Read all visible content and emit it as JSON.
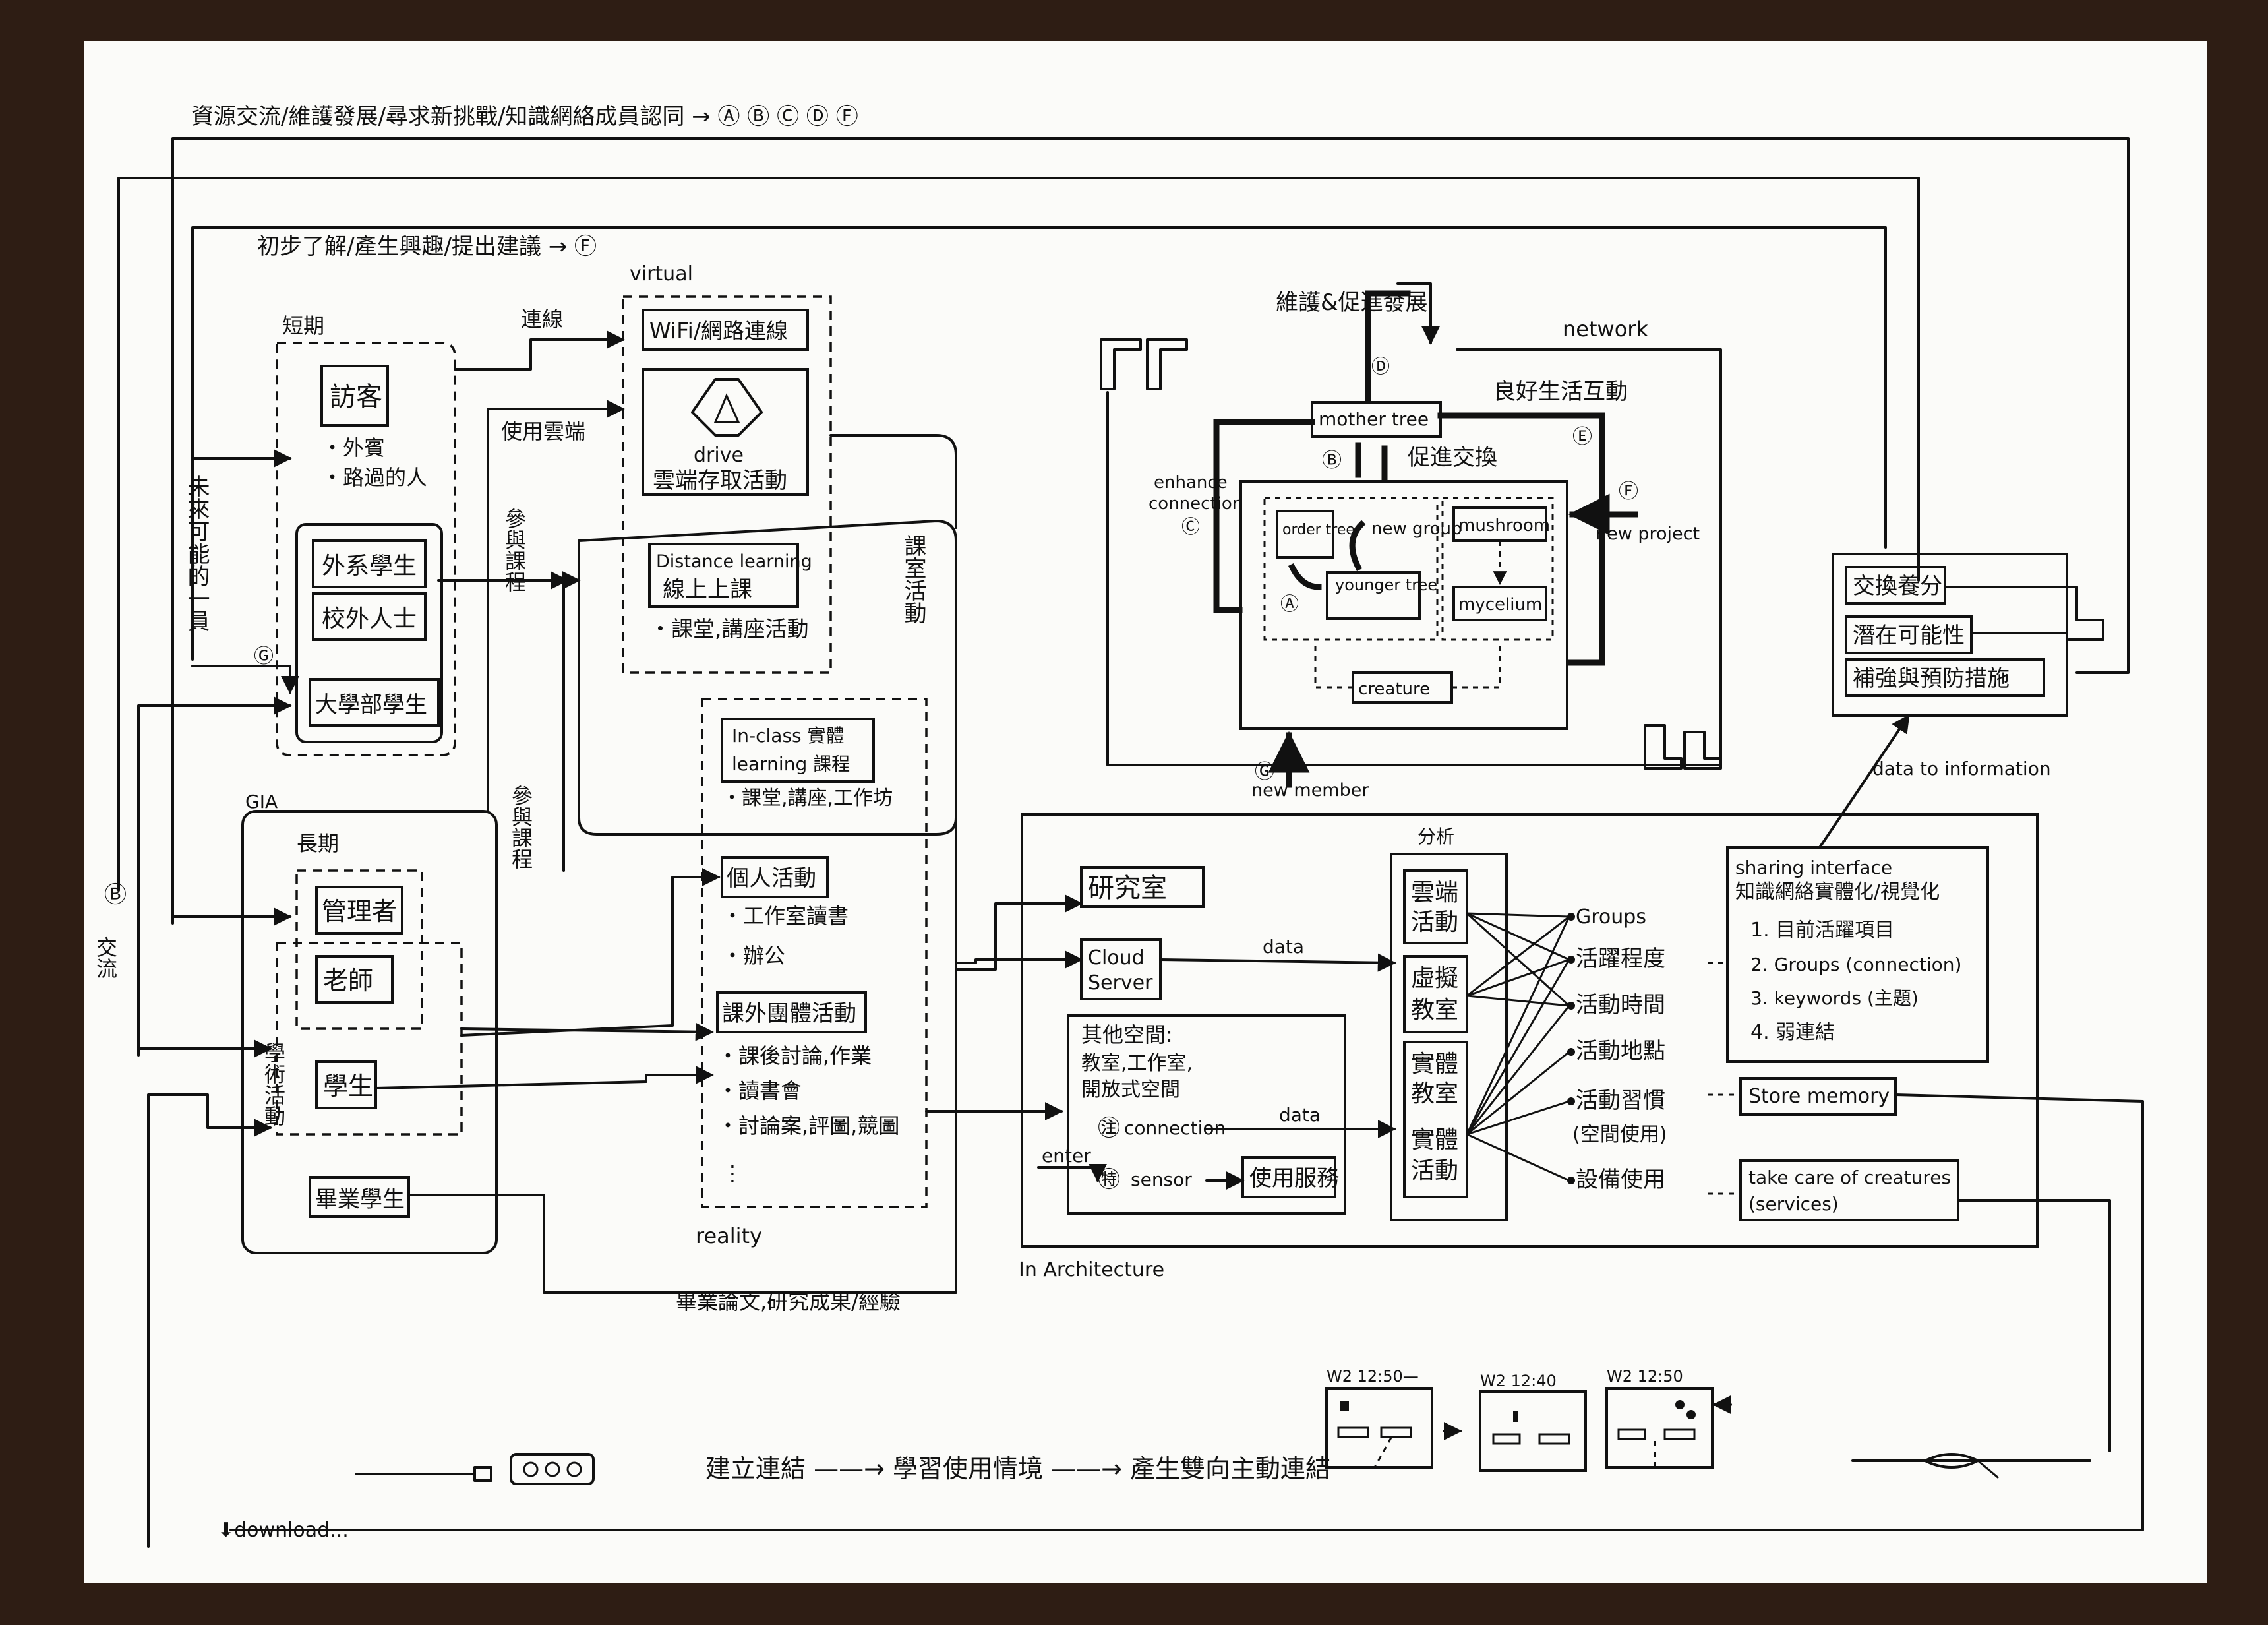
{
  "texts": {
    "top_banner": "資源交流/維護發展/尋求新挑戰/知識網絡成員認同 → Ⓐ Ⓑ Ⓒ Ⓓ Ⓕ",
    "second_banner": "初步了解/產生興趣/提出建議 → Ⓕ",
    "short_term": "短期",
    "visitor": "訪客",
    "visitor_items": [
      "・外賓",
      "・路過的人"
    ],
    "future_member": "未來可能的一員",
    "external_student": "外系學生",
    "outsider": "校外人士",
    "undergrad": "大學部學生",
    "circle_g": "Ⓖ",
    "gia": "GIA",
    "long_term": "長期",
    "manager": "管理者",
    "teacher": "老師",
    "academic_activity": "學術活動",
    "student": "學生",
    "graduate": "畢業學生",
    "circle_b_exchange": "Ⓑ",
    "exchange": "交流",
    "connect": "連線",
    "use_cloud": "使用雲端",
    "join_course_1": "參與課程",
    "join_course_2": "參與課程",
    "virtual": "virtual",
    "wifi": "WiFi/網路連線",
    "drive": "drive",
    "cloud_access": "雲端存取活動",
    "distance_learning": "Distance learning",
    "online_class": "線上上課",
    "class_lecture": "・課堂,講座活動",
    "classroom_activity": "課室活動",
    "inclass": "In-class 實體",
    "learning_course": "learning 課程",
    "inclass_items": "・課堂,講座,工作坊",
    "personal_activity": "個人活動",
    "personal_items": [
      "・工作室讀書",
      "・辦公"
    ],
    "group_activity": "課外團體活動",
    "group_items": [
      "・課後討論,作業",
      "・讀書會",
      "・討論案,評圖,競圖",
      "⋮"
    ],
    "reality": "reality",
    "grad_output": "畢業論文,研究成果/經驗",
    "maintain": "維護&促進發展",
    "network": "network",
    "good_activity": "良好生活互動",
    "circle_d": "Ⓓ",
    "mother_tree": "mother tree",
    "circle_b": "Ⓑ",
    "promote": "促進交換",
    "circle_e": "Ⓔ",
    "enhance": "enhance",
    "connection": "connection",
    "circle_c": "Ⓒ",
    "circle_f": "Ⓕ",
    "new_project": "new project",
    "order_tree": "order tree",
    "new_group": "new group",
    "circle_a": "Ⓐ",
    "younger_tree": "younger tree",
    "mushroom": "mushroom",
    "mycelium": "mycelium",
    "creature": "creature",
    "circle_g2": "Ⓖ",
    "new_member": "new member",
    "research_room": "研究室",
    "cloud_server": "Cloud Server",
    "data1": "data",
    "other_space": "其他空間:",
    "other_space_detail": "教室,工作室,開放式空間",
    "conn_icon": "㊟",
    "connection_label": "connection",
    "sensor_icon": "㊕",
    "sensor": "sensor",
    "enter": "enter",
    "data2": "data",
    "usage": "使用服務",
    "analysis": "分析",
    "cloud_activity": "雲端活動",
    "virtual_classroom": "虛擬教室",
    "real_classroom": "實體教室",
    "real_activity": "實體活動",
    "metric_groups": "Groups",
    "metric_activity": "活躍程度",
    "metric_time": "活動時間",
    "metric_place": "活動地點",
    "metric_habit": "活動習慣",
    "metric_habit_sub": "(空間使用)",
    "metric_equipment": "設備使用",
    "in_architecture": "In Architecture",
    "sharing_title": "sharing interface",
    "sharing_sub": "知識網絡實體化/視覺化",
    "sharing_items": [
      "1. 目前活躍項目",
      "2. Groups (connection)",
      "3. keywords (主題)",
      "4. 弱連結"
    ],
    "store_memory": "Store memory",
    "take_care": "take care of creatures",
    "services": "(services)",
    "data_to_info": "data to information",
    "exchange_nurture": "交換養分",
    "potential": "潛在可能性",
    "reinforce": "補強與預防措施",
    "bottom_flow": "建立連結 ——→ 學習使用情境 ——→ 產生雙向主動連結",
    "download": "⬇download...",
    "time1": "W2 12:50—",
    "time2": "W2 12:40",
    "time3": "W2 12:50"
  },
  "colors": {
    "paper": "#fbfbf9",
    "ink": "#111111",
    "background": "#2e1d14"
  }
}
